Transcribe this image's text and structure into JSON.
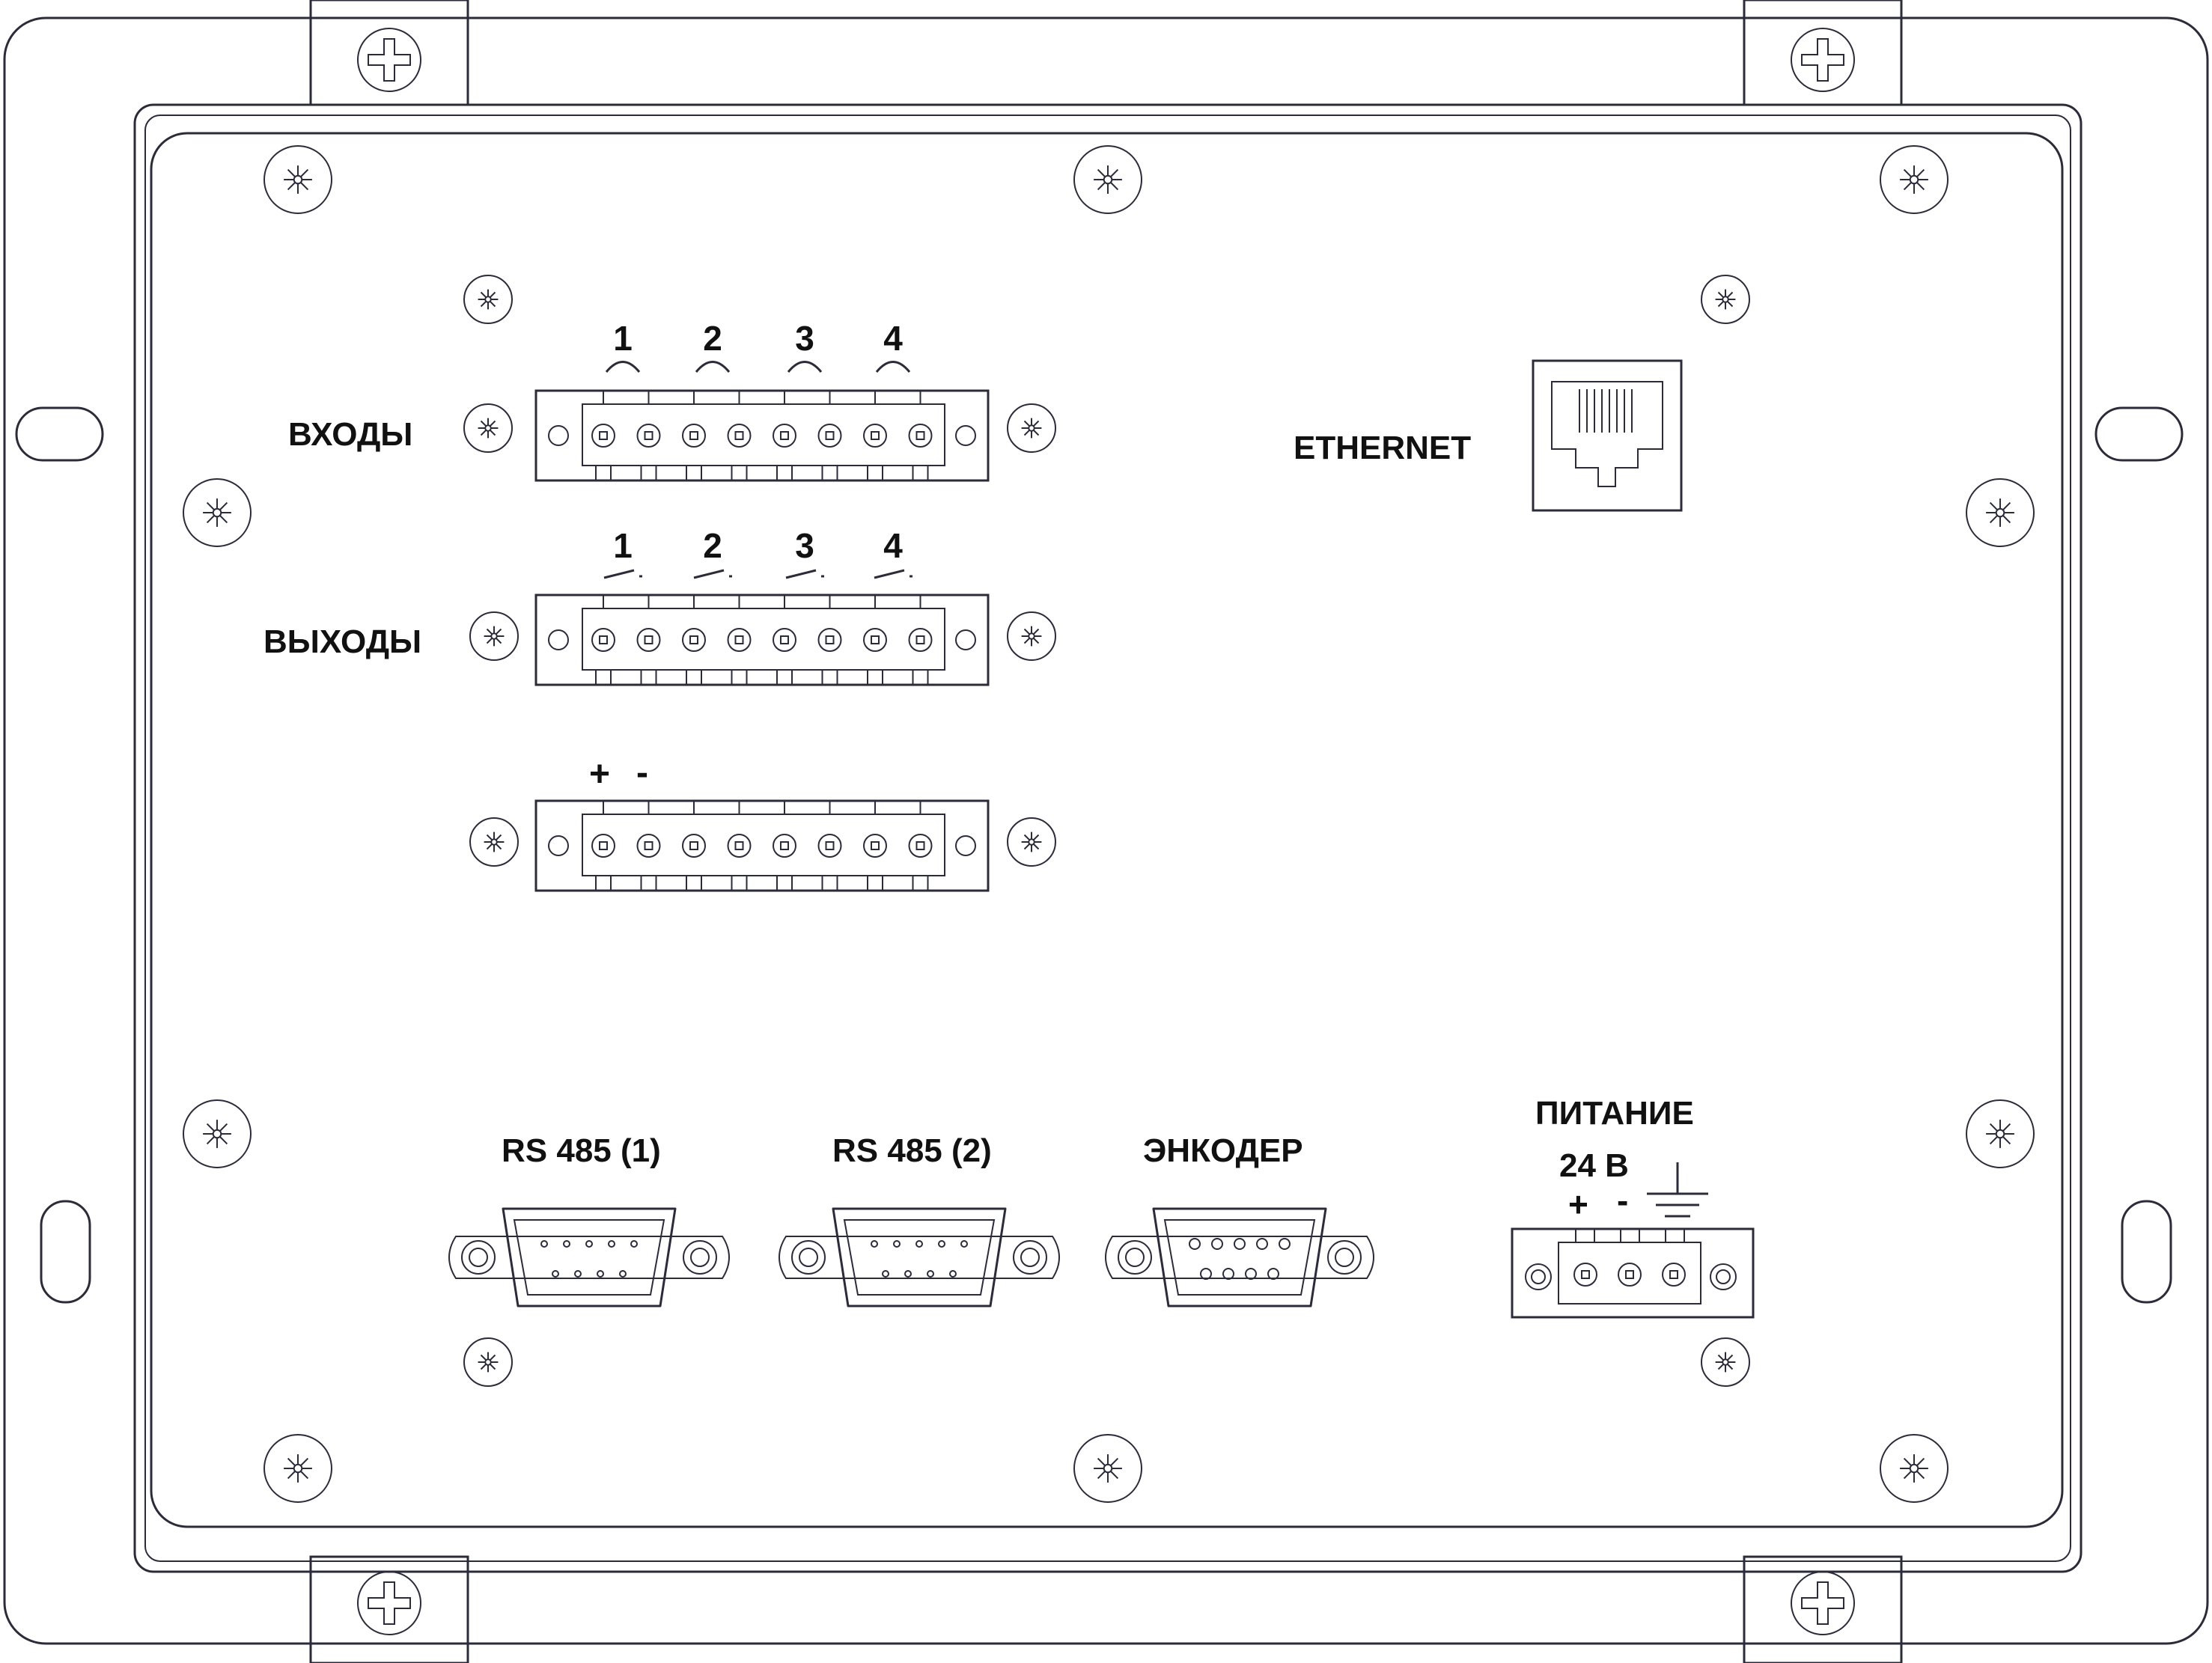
{
  "labels": {
    "inputs": "ВХОДЫ",
    "outputs": "ВЫХОДЫ",
    "ethernet": "ETHERNET",
    "rs485_1": "RS 485 (1)",
    "rs485_2": "RS 485 (2)",
    "encoder": "ЭНКОДЕР",
    "power": "ПИТАНИЕ",
    "voltage": "24 В"
  },
  "inputs_numbers": [
    "1",
    "2",
    "3",
    "4"
  ],
  "outputs_numbers": [
    "1",
    "2",
    "3",
    "4"
  ],
  "polarity": {
    "plus": "+",
    "minus": "-"
  },
  "power_polarity": {
    "plus": "+",
    "minus": "-"
  },
  "colors": {
    "line": "#2b2b3a",
    "text": "#111111",
    "background": "#ffffff"
  }
}
